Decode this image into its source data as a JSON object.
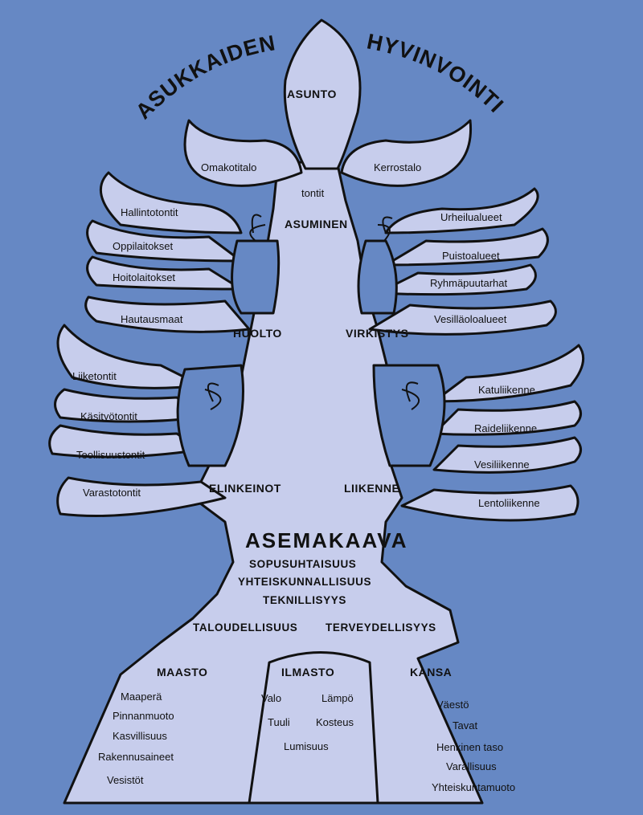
{
  "header": {
    "title_left": "ASUKKAIDEN",
    "title_right": "HYVINVOINTI"
  },
  "top": {
    "label": "ASUNTO",
    "left_leaf": "Omakotitalo",
    "right_leaf": "Kerrostalo",
    "stem": "tontit",
    "node": "ASUMINEN"
  },
  "huolto": {
    "label": "HUOLTO",
    "items": [
      "Hallintotontit",
      "Oppilaitokset",
      "Hoitolaitokset",
      "Hautausmaat"
    ]
  },
  "virkistys": {
    "label": "VIRKISTYS",
    "items": [
      "Urheilualueet",
      "Puistoalueet",
      "Ryhmäpuutarhat",
      "Vesilläoloalueet"
    ]
  },
  "elinkeinot": {
    "label": "ELINKEINOT",
    "items": [
      "Liiketontit",
      "Käsityötontit",
      "Teollisuustontit",
      "Varastotontit"
    ]
  },
  "liikenne": {
    "label": "LIIKENNE",
    "items": [
      "Katuliikenne",
      "Raideliikenne",
      "Vesiliikenne",
      "Lentoliikenne"
    ]
  },
  "trunk": {
    "title": "ASEMAKAAVA",
    "lines": [
      "SOPUSUHTAISUUS",
      "YHTEISKUNNALLISUUS",
      "TEKNILLISYYS"
    ],
    "left": "TALOUDELLISUUS",
    "right": "TERVEYDELLISYYS"
  },
  "maasto": {
    "label": "MAASTO",
    "items": [
      "Maaperä",
      "Pinnanmuoto",
      "Kasvillisuus",
      "Rakennusaineet",
      "Vesistöt"
    ]
  },
  "ilmasto": {
    "label": "ILMASTO",
    "items": [
      "Valo",
      "Lämpö",
      "Tuuli",
      "Kosteus",
      "Lumisuus"
    ]
  },
  "kansa": {
    "label": "KANSA",
    "items": [
      "Väestö",
      "Tavat",
      "Henkinen taso",
      "Varallisuus",
      "Yhteiskuntamuoto"
    ]
  },
  "colors": {
    "background": "#6688c4",
    "tree_fill": "#c7cdec",
    "outline": "#111111"
  }
}
